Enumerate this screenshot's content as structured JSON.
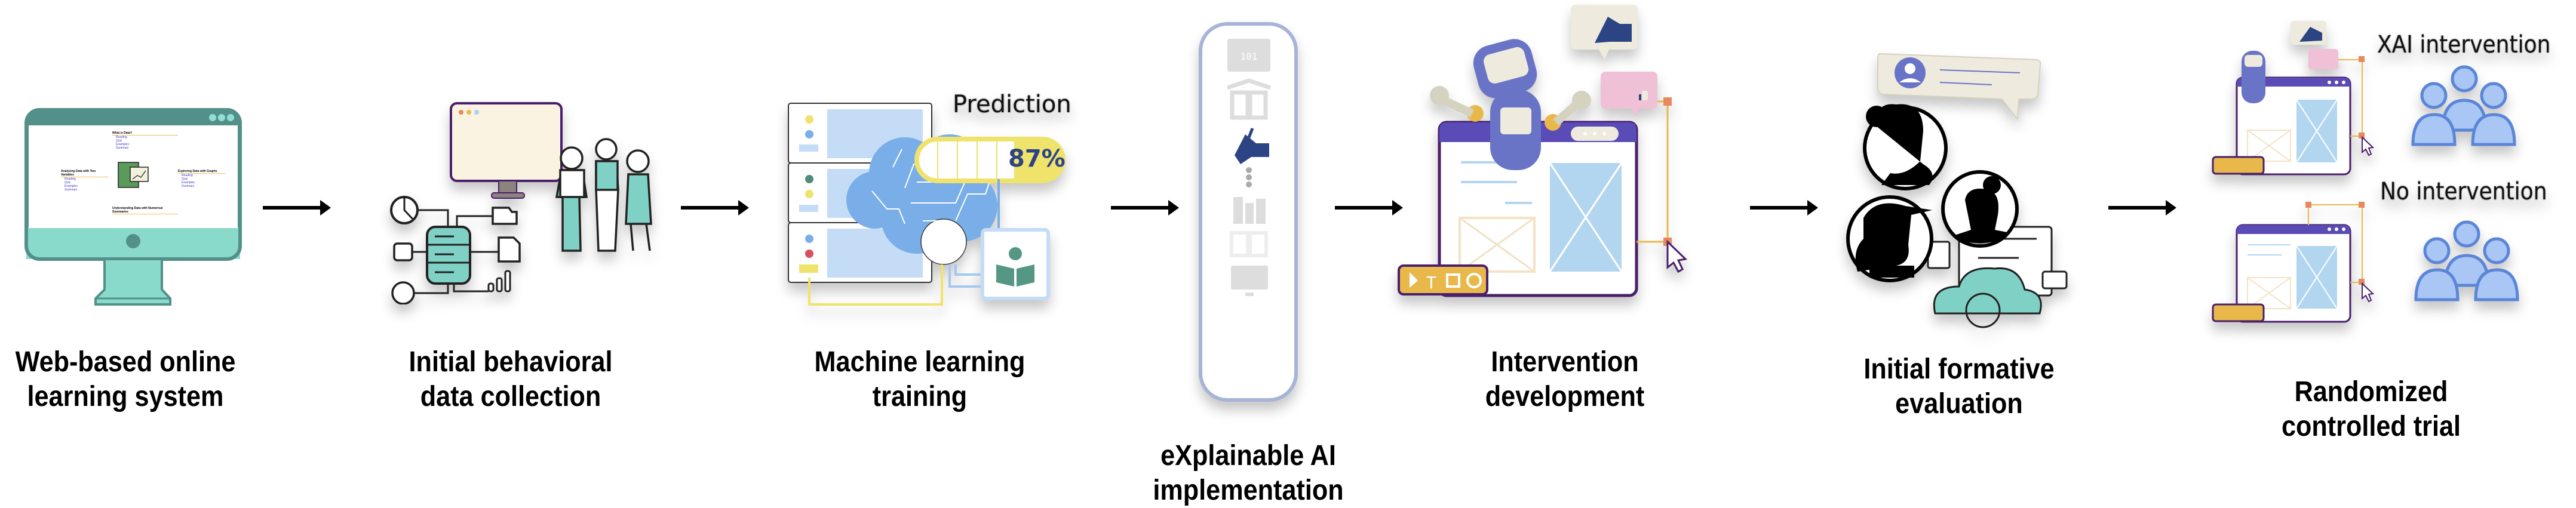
{
  "stages": [
    {
      "id": "web-system",
      "label_line1": "Web-based online",
      "label_line2": "learning system"
    },
    {
      "id": "data-collection",
      "label_line1": "Initial behavioral",
      "label_line2": "data collection"
    },
    {
      "id": "ml-training",
      "label_line1": "Machine learning",
      "label_line2": "training"
    },
    {
      "id": "xai",
      "label_line1": "eXplainable AI",
      "label_line2": "implementation"
    },
    {
      "id": "intervention-dev",
      "label_line1": "Intervention",
      "label_line2": "development"
    },
    {
      "id": "formative-eval",
      "label_line1": "Initial formative",
      "label_line2": "evaluation"
    },
    {
      "id": "rct",
      "label_line1": "Randomized",
      "label_line2": "controlled trial"
    }
  ],
  "web_system": {
    "modules": [
      {
        "title": "What is Data?",
        "links": [
          "Reading",
          "Quiz",
          "Examples",
          "Summary"
        ]
      },
      {
        "title": "Analyzing Data with Two Variables",
        "links": [
          "Reading",
          "Quiz",
          "Examples",
          "Summary"
        ]
      },
      {
        "title": "Exploring Data with Graphs",
        "links": [
          "Reading",
          "Quiz",
          "Examples",
          "Summary"
        ]
      },
      {
        "title": "Understanding Data with Numerical Summaries",
        "links": [
          "Reading",
          "Quiz",
          "Examples",
          "Summary"
        ]
      }
    ]
  },
  "ml_training": {
    "prediction_label": "Prediction",
    "prediction_value": "87%",
    "prediction_fraction": 0.87
  },
  "xai": {
    "icons": [
      "binary-data-icon",
      "library-book-icon",
      "writing-hand-icon",
      "more-dots-icon",
      "books-icon",
      "open-book-icon",
      "monitor-icon"
    ],
    "active_icon": "writing-hand-icon"
  },
  "rct": {
    "arm1_label": "XAI intervention",
    "arm2_label": "No intervention"
  },
  "colors": {
    "teal": "#86d9cc",
    "teal_dark": "#4f8c87",
    "purple": "#4a1f6b",
    "robot_blue": "#6a74c6",
    "light_blue": "#b3d6f0",
    "cloud_blue": "#79aee8",
    "yellow": "#efe36b",
    "navy": "#2d4484",
    "orange": "#e8885c",
    "gold": "#e8b94a",
    "group_blue": "#5b86d8"
  }
}
